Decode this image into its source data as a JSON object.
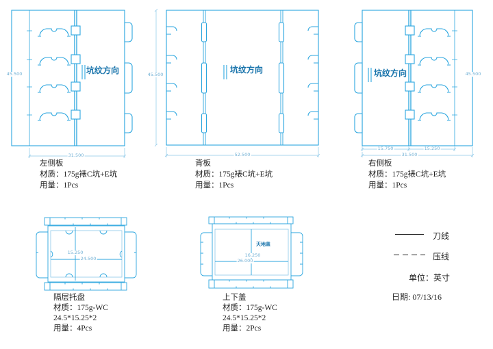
{
  "colors": {
    "accent": "#2BA6DF",
    "line-light": "#8CC8E8",
    "dim-text": "#6FAFD4",
    "grain-text": "#1773AB",
    "ink": "#1F1F1F"
  },
  "panels": {
    "left": {
      "title": "左侧板",
      "material": "材质：175g裱C坑+E坑",
      "usage": "用量：1Pcs",
      "grain": "坑纹方向",
      "dims": {
        "height": "45.500",
        "width": "31.500"
      }
    },
    "back": {
      "title": "背板",
      "material": "材质：175g裱C坑+E坑",
      "usage": "用量：1Pcs",
      "grain": "坑纹方向",
      "dims": {
        "height": "45.500",
        "width": "52.500"
      }
    },
    "right": {
      "title": "右侧板",
      "material": "材质：175g裱C坑+E坑",
      "usage": "用量：1Pcs",
      "grain": "坑纹方向",
      "dims": {
        "height": "45.500",
        "left_half": "15.750",
        "right_half": "15.250",
        "width": "31.500"
      }
    },
    "tray": {
      "title": "隔层托盘",
      "material": "材质：175g-WC",
      "size": "24.5*15.25*2",
      "usage": "用量：4Pcs",
      "dims": {
        "height": "15.250",
        "width": "24.500"
      }
    },
    "cover": {
      "title": "上下盖",
      "material": "材质：175g-WC",
      "size": "24.5*15.25*2",
      "usage": "用量：2Pcs",
      "inner_label": "天地盖",
      "dims": {
        "height": "16.250",
        "width": "26.000"
      }
    }
  },
  "legend": {
    "knife": "刀线",
    "crease": "压线",
    "unit": "单位：英寸",
    "date": "日期: 07/13/16"
  }
}
